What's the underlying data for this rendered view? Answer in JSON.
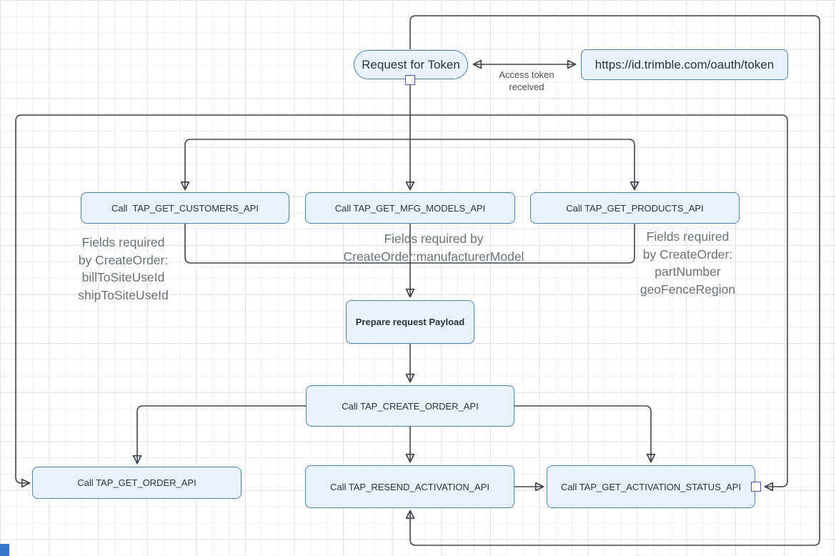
{
  "diagram": {
    "nodes": {
      "request_token": {
        "label": "Request for Token"
      },
      "token_url": {
        "label": "https://id.trimble.com/oauth/token"
      },
      "get_customers": {
        "label": "Call  TAP_GET_CUSTOMERS_API"
      },
      "get_mfg_models": {
        "label": "Call TAP_GET_MFG_MODELS_API"
      },
      "get_products": {
        "label": "Call TAP_GET_PRODUCTS_API"
      },
      "prepare_payload": {
        "label": "Prepare request Payload"
      },
      "create_order": {
        "label": "Call TAP_CREATE_ORDER_API"
      },
      "get_order": {
        "label": "Call TAP_GET_ORDER_API"
      },
      "resend_activation": {
        "label": "Call TAP_RESEND_ACTIVATION_API"
      },
      "get_activation_status": {
        "label": "Call TAP_GET_ACTIVATION_STATUS_API"
      }
    },
    "edge_labels": {
      "access_token": "Access token received"
    },
    "annotations": {
      "customers_fields": {
        "lines": [
          "Fields required",
          "by CreateOrder:",
          "billToSiteUseId",
          "shipToSiteUseId"
        ]
      },
      "mfg_fields": {
        "lines": [
          "Fields required by",
          "CreateOrder:manufacturerModel"
        ]
      },
      "products_fields": {
        "lines": [
          "Fields required",
          "by CreateOrder:",
          "partNumber",
          "geoFenceRegion"
        ]
      }
    },
    "colors": {
      "node_fill": "#e9f2fb",
      "node_border": "#4f80b0",
      "connector": "#3f454c",
      "annotation_text": "#697179",
      "handle_border": "#5353b5",
      "grid_minor": "#f0f0f0",
      "grid_major": "#e2e2e2",
      "partial_element_blue": "#3579c8"
    }
  }
}
